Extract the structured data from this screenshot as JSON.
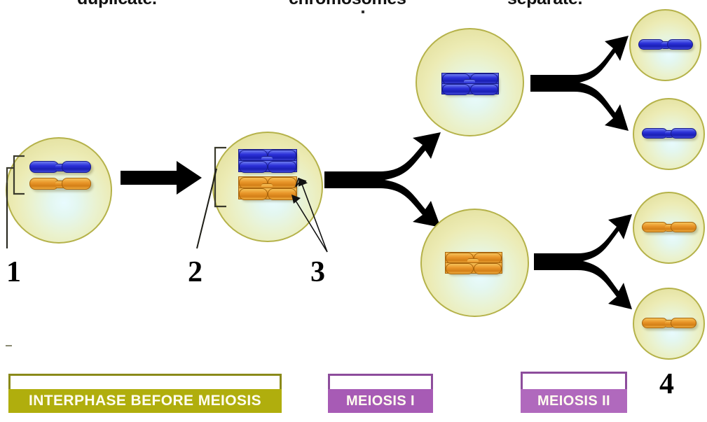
{
  "diagram": {
    "title_fragments": [
      {
        "text": "duplicate.",
        "note": "clipped-top-heading-left"
      },
      {
        "text": "chromosomes",
        "note": "clipped-top-heading-center"
      },
      {
        "text": "separate.",
        "note": "clipped-top-heading-right"
      }
    ],
    "callouts": [
      {
        "id": "1",
        "label": "1"
      },
      {
        "id": "2",
        "label": "2"
      },
      {
        "id": "3",
        "label": "3"
      },
      {
        "id": "4",
        "label": "4"
      }
    ],
    "stages": [
      {
        "id": "interphase",
        "label": "INTERPHASE BEFORE MEIOSIS",
        "color": "#b0ae0d",
        "text_color": "#fdf8e0"
      },
      {
        "id": "meiosis-1",
        "label": "MEIOSIS I",
        "color": "#a75bb5",
        "text_color": "#ffffff"
      },
      {
        "id": "meiosis-2",
        "label": "MEIOSIS II",
        "color": "#b069bd",
        "text_color": "#ffffff"
      }
    ],
    "colors": {
      "chromosome_blue": "#2b30d8",
      "chromosome_blue_outline": "#181c8c",
      "chromosome_orange": "#e9962a",
      "chromosome_orange_outline": "#a9650c",
      "cell_fill_center": "#e8fbff",
      "cell_fill_edge": "#dcd894",
      "cell_border": "#b5b24a",
      "arrow": "#000000",
      "interphase_bar": "#b0ae0d",
      "meiosis_bar": "#a75bb5"
    },
    "cells": [
      {
        "id": "parent-cell",
        "stage": "interphase",
        "size": "large",
        "chromosomes": [
          {
            "color": "blue",
            "state": "unduplicated"
          },
          {
            "color": "orange",
            "state": "unduplicated"
          }
        ]
      },
      {
        "id": "duplicated-cell",
        "stage": "interphase",
        "size": "large",
        "chromosomes": [
          {
            "color": "blue",
            "state": "duplicated"
          },
          {
            "color": "orange",
            "state": "duplicated"
          }
        ]
      },
      {
        "id": "meiosis1-daughter-blue",
        "stage": "meiosis-1",
        "size": "medium",
        "chromosomes": [
          {
            "color": "blue",
            "state": "duplicated"
          }
        ]
      },
      {
        "id": "meiosis1-daughter-orange",
        "stage": "meiosis-1",
        "size": "medium",
        "chromosomes": [
          {
            "color": "orange",
            "state": "duplicated"
          }
        ]
      },
      {
        "id": "gamete-blue-1",
        "stage": "meiosis-2",
        "size": "small",
        "chromosomes": [
          {
            "color": "blue",
            "state": "unduplicated"
          }
        ]
      },
      {
        "id": "gamete-blue-2",
        "stage": "meiosis-2",
        "size": "small",
        "chromosomes": [
          {
            "color": "blue",
            "state": "unduplicated"
          }
        ]
      },
      {
        "id": "gamete-orange-1",
        "stage": "meiosis-2",
        "size": "small",
        "chromosomes": [
          {
            "color": "orange",
            "state": "unduplicated"
          }
        ]
      },
      {
        "id": "gamete-orange-2",
        "stage": "meiosis-2",
        "size": "small",
        "chromosomes": [
          {
            "color": "orange",
            "state": "unduplicated"
          }
        ]
      }
    ],
    "arrows": [
      {
        "id": "interphase-to-duplicated",
        "type": "straight"
      },
      {
        "id": "meiosis-1-split",
        "type": "bifurcating"
      },
      {
        "id": "meiosis-2-split-top",
        "type": "bifurcating"
      },
      {
        "id": "meiosis-2-split-bottom",
        "type": "bifurcating"
      }
    ]
  }
}
